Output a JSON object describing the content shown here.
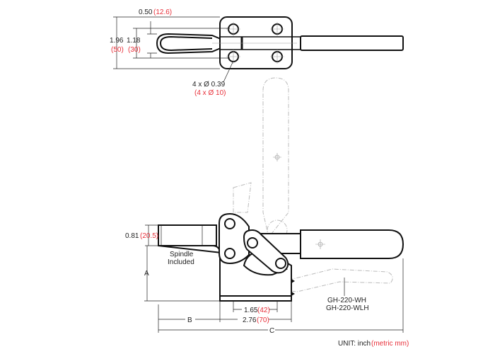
{
  "top_view": {
    "dim_width": "0.50",
    "dim_width_metric": "(12.6)",
    "dim_height": "1.96",
    "dim_height_metric": "(50)",
    "dim_holes_spacing": "1.18",
    "dim_holes_spacing_metric": "(30)",
    "holes": "4 x Ø 0.39",
    "holes_metric": "(4 x Ø 10)"
  },
  "side_view": {
    "dim_spindle": "0.81",
    "dim_spindle_metric": "(20.5)",
    "spindle_note_line1": "Spindle",
    "spindle_note_line2": "Included",
    "dim_a": "A",
    "dim_b": "B",
    "dim_c": "C",
    "dim_base_inner": "1.65",
    "dim_base_inner_metric": "(42)",
    "dim_base": "2.76",
    "dim_base_metric": "(70)",
    "model_1": "GH-220-WH",
    "model_2": "GH-220-WLH"
  },
  "unit": {
    "label": "UNIT: inch",
    "metric": "(metric mm)"
  },
  "colors": {
    "metric": "#e8303a",
    "line": "#111111"
  }
}
